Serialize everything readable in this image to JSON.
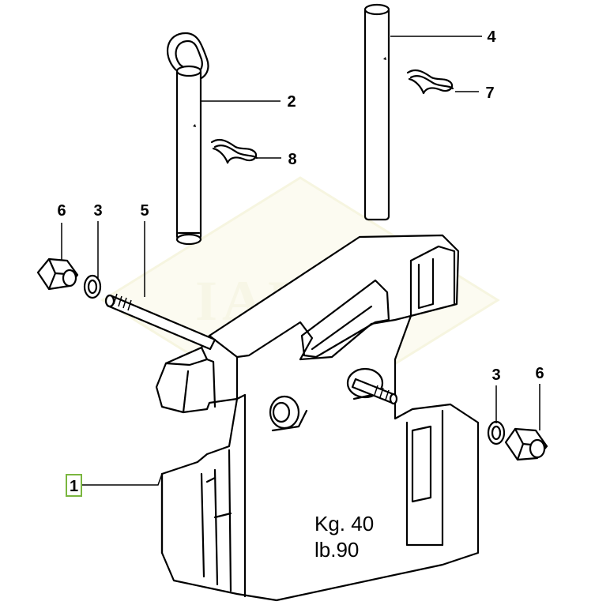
{
  "diagram": {
    "watermark": "IADOL",
    "weight_stamp": {
      "kg": "Kg. 40",
      "lb": "lb.90"
    },
    "callouts": {
      "c1": "1",
      "c2": "2",
      "c3a": "3",
      "c3b": "3",
      "c4": "4",
      "c5": "5",
      "c6a": "6",
      "c6b": "6",
      "c7": "7",
      "c8": "8"
    },
    "highlight_color": "#7ab63f"
  }
}
